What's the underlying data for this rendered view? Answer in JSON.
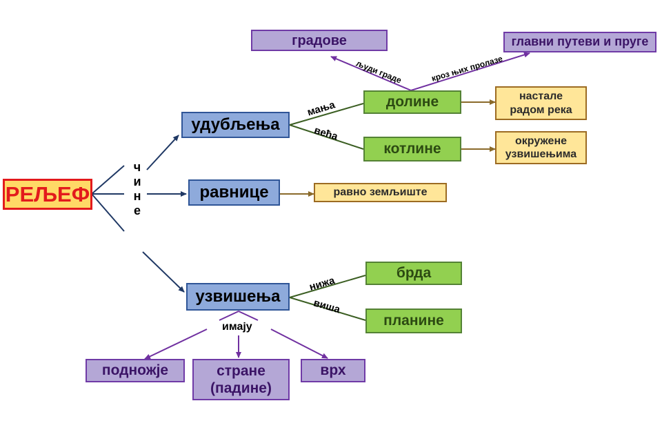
{
  "nodes": {
    "reljef": "РЕЉЕФ",
    "udubljenja": "удубљења",
    "ravnice": "равнице",
    "uzvisenja": "узвишења",
    "doline": "долине",
    "kotline": "котлине",
    "brda": "брда",
    "planine": "планине",
    "nastale": "настале\nрадом река",
    "okruzene": "окружене\nузвишењима",
    "ravno": "равно земљиште",
    "gradove": "градове",
    "putevi": "главни путеви и пруге",
    "podnozje": "подножје",
    "strane": "стране\n(падине)",
    "vrh": "врх"
  },
  "labels": {
    "chine": "ч\nи\nн\nе",
    "manja": "мања",
    "veca": "већа",
    "niza": "нижа",
    "visa": "виша",
    "imaju": "имају",
    "ljudi": "људи граде",
    "kroz": "кроз њих пролазе"
  },
  "colors": {
    "line_blue": "#1f3864",
    "line_green": "#3b5e22",
    "line_brown": "#8a6a2a",
    "line_purple": "#7030a0",
    "root_red": "#e31a1c"
  }
}
